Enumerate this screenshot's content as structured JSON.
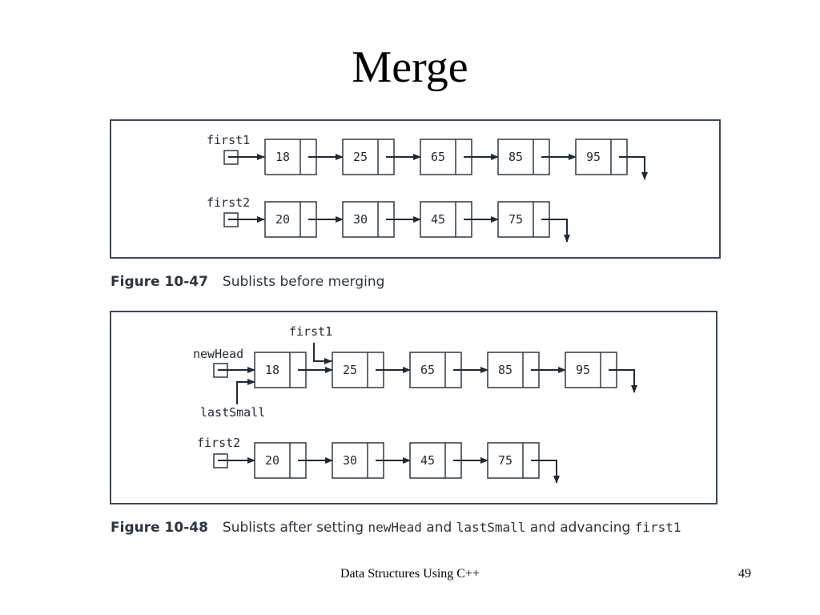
{
  "slide": {
    "title": "Merge",
    "footer": "Data Structures Using C++",
    "page_number": "49"
  },
  "figure1": {
    "caption_number": "Figure 10-47",
    "caption_text": "Sublists before merging",
    "list1": {
      "label": "first1",
      "values": [
        "18",
        "25",
        "65",
        "85",
        "95"
      ]
    },
    "list2": {
      "label": "first2",
      "values": [
        "20",
        "30",
        "45",
        "75"
      ]
    }
  },
  "figure2": {
    "caption_number": "Figure 10-48",
    "caption_parts": [
      "Sublists after setting ",
      "newHead",
      " and ",
      "lastSmall",
      " and advancing ",
      "first1"
    ],
    "labels": {
      "newHead": "newHead",
      "first1": "first1",
      "lastSmall": "lastSmall",
      "first2": "first2"
    },
    "list1": {
      "values": [
        "18",
        "25",
        "65",
        "85",
        "95"
      ]
    },
    "list2": {
      "values": [
        "20",
        "30",
        "45",
        "75"
      ]
    }
  },
  "colors": {
    "frame": "#3b4a5c",
    "node_stroke": "#2d3a48",
    "arrow": "#1e2a36"
  }
}
